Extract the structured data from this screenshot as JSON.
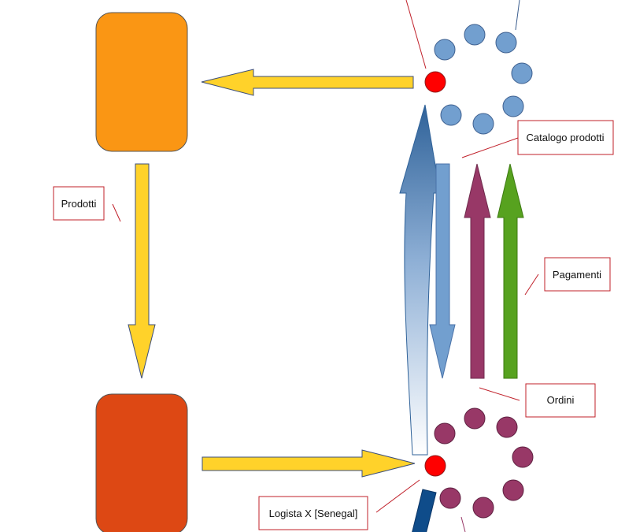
{
  "labels": {
    "prodotti": "Prodotti",
    "catalogo": "Catalogo prodotti",
    "pagamenti": "Pagamenti",
    "ordini": "Ordini",
    "logista": "Logista X [Senegal]"
  },
  "colors": {
    "box_top": "#fa9614",
    "box_bottom": "#dd4814",
    "yellow_arrow": "#ffd22a",
    "blue_arrow": "#729fcf",
    "purple_arrow": "#983867",
    "green_arrow": "#57a21f",
    "curved_arrow": "#2f6299",
    "blue_dot": "#729fcf",
    "purple_dot": "#983867",
    "hub_dot": "#ff0000",
    "label_border": "#c0202a"
  }
}
